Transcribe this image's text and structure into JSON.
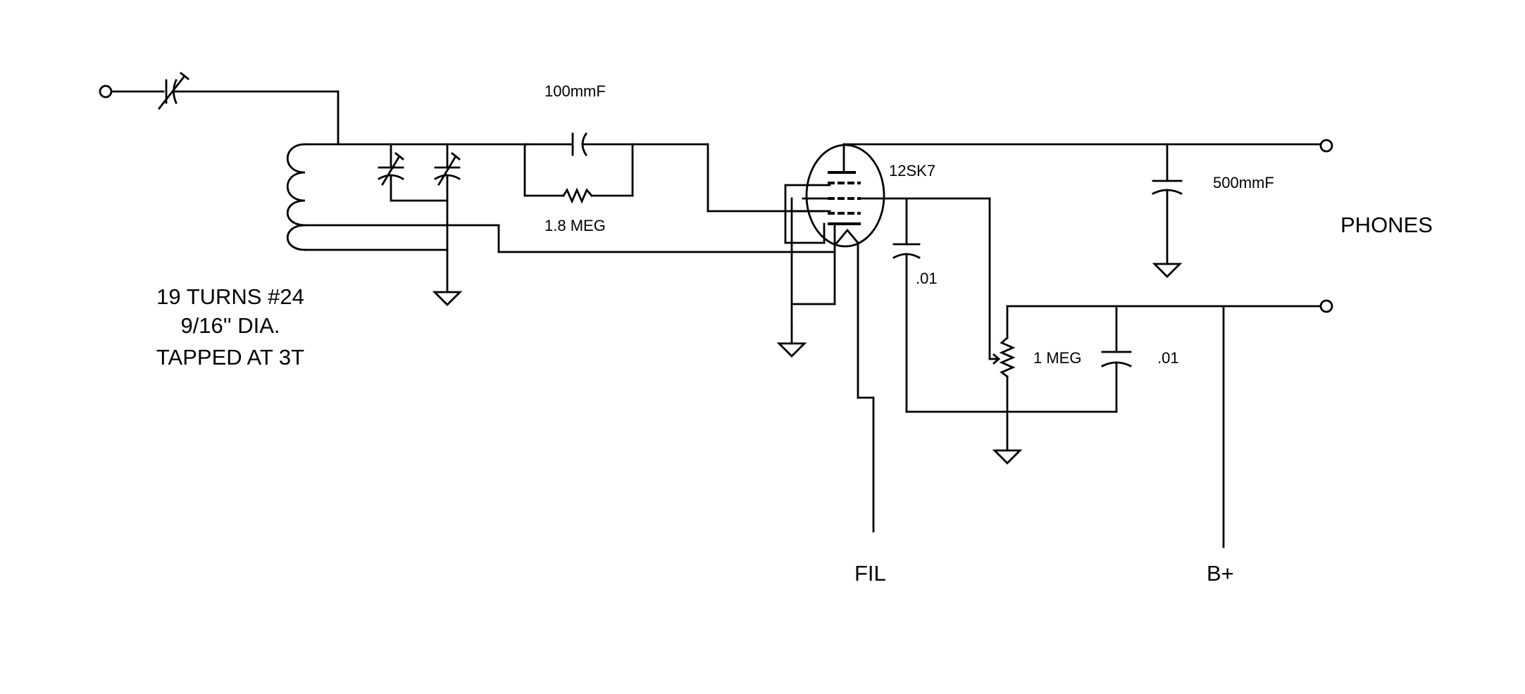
{
  "labels": {
    "cap_100": "100mmF",
    "res_18": "1.8 MEG",
    "tube": "12SK7",
    "cap_500": "500mmF",
    "phones": "PHONES",
    "cap_01_a": ".01",
    "pot_1meg": "1 MEG",
    "cap_01_b": ".01",
    "fil": "FIL",
    "bplus": "B+",
    "coil_line1": "19 TURNS #24",
    "coil_line2": "9/16'' DIA.",
    "coil_line3": "TAPPED AT 3T"
  }
}
